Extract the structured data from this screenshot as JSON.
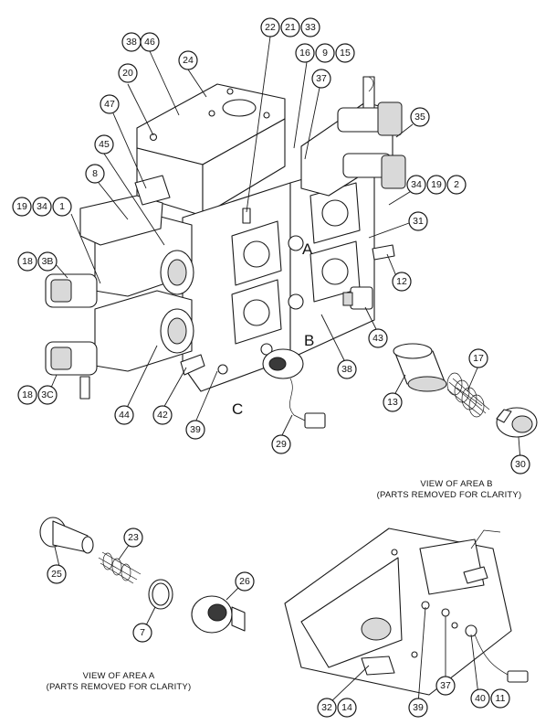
{
  "callouts": {
    "c1": "22",
    "c2": "21",
    "c3": "33",
    "c4": "38",
    "c5": "46",
    "c6": "16",
    "c7": "9",
    "c8": "15",
    "c9": "24",
    "c10": "20",
    "c11": "37",
    "c12": "47",
    "c13": "35",
    "c14": "45",
    "c15": "8",
    "c16": "19",
    "c17": "34",
    "c18": "1",
    "c19": "34",
    "c20": "19",
    "c21": "2",
    "c22": "31",
    "c23": "18",
    "c24": "3B",
    "c25": "12",
    "c26": "43",
    "c27": "38",
    "c28": "18",
    "c29": "3C",
    "c30": "44",
    "c31": "42",
    "c32": "39",
    "c33": "29",
    "c34": "17",
    "c35": "13",
    "c36": "30",
    "c37": "23",
    "c38": "25",
    "c39": "26",
    "c40": "7",
    "c41": "32",
    "c42": "14",
    "c43": "39",
    "c44": "37",
    "c45": "40",
    "c46": "11"
  },
  "area_labels": {
    "a": "A",
    "b": "B",
    "c": "C"
  },
  "captions": {
    "area_b_line1": "VIEW OF AREA B",
    "area_b_line2": "(PARTS REMOVED FOR CLARITY)",
    "area_a_line1": "VIEW OF AREA A",
    "area_a_line2": "(PARTS REMOVED FOR CLARITY)"
  }
}
